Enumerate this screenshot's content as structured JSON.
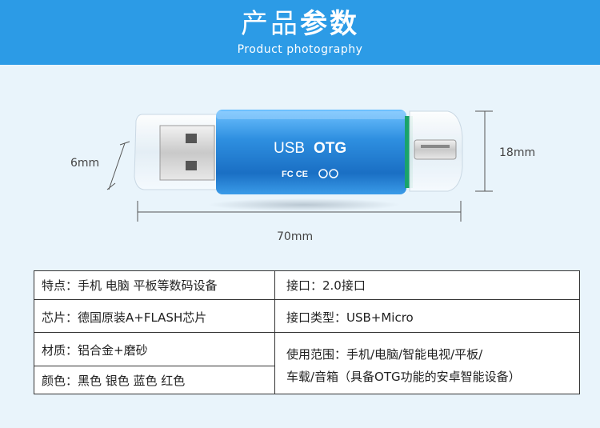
{
  "header": {
    "title_light": "产品",
    "title_bold": "参数",
    "subtitle": "Product photography"
  },
  "product": {
    "body_label_a": "USB",
    "body_label_b": "OTG",
    "cert_marks": "FC CE",
    "width_label": "6mm",
    "height_label": "18mm",
    "length_label": "70mm",
    "body_color": "#2e8fe0"
  },
  "specs": {
    "features": "特点：手机 电脑 平板等数码设备",
    "chip": "芯片：德国原装A+FLASH芯片",
    "material": "材质：铝合金+磨砂",
    "colors": "颜色：黑色 银色 蓝色 红色",
    "interface": "接口：2.0接口",
    "interface_type": "接口类型：USB+Micro",
    "usage_line1": "使用范围：手机/电脑/智能电视/平板/",
    "usage_line2": "车载/音箱（具备OTG功能的安卓智能设备）"
  }
}
